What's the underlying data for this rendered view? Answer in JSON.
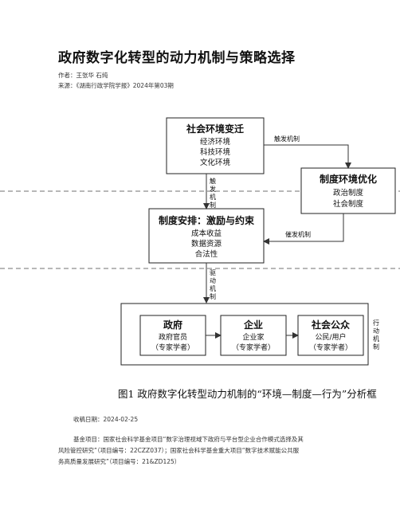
{
  "article": {
    "title": "政府数字化转型的动力机制与策略选择",
    "authors": "作者：王张华 石纯",
    "source": "来源：《湖南行政学院学报》2024年第03期"
  },
  "figure": {
    "env_box": {
      "heading": "社会环境变迁",
      "lines": [
        "经济环境",
        "科技环境",
        "文化环境"
      ]
    },
    "inst_opt_box": {
      "heading": "制度环境优化",
      "lines": [
        "政治制度",
        "社会制度"
      ]
    },
    "arrangement_box": {
      "heading": "制度安排：激励与约束",
      "lines": [
        "成本收益",
        "数据资源",
        "合法性"
      ]
    },
    "actors": [
      {
        "heading": "政府",
        "line1": "政府官员",
        "line2": "（专家学者）"
      },
      {
        "heading": "企业",
        "line1": "企业家",
        "line2": "（专家学者）"
      },
      {
        "heading": "社会公众",
        "line1": "公民/用户",
        "line2": "（专家学者）"
      }
    ],
    "labels": {
      "trigger_h": "触发机制",
      "trigger_v": [
        "触",
        "发",
        "机",
        "制"
      ],
      "catalyst": "催发机制",
      "drive_v": [
        "驱",
        "动",
        "机",
        "制"
      ],
      "action_v": [
        "行",
        "动",
        "机",
        "制"
      ]
    }
  },
  "caption": "图1 政府数字化转型动力机制的“环境—制度—行为”分析框",
  "received": "收稿日期：2024-02-25",
  "funding": {
    "line1": "基金项目：国家社会科学基金项目“数字治理视域下政府与平台型企业合作模式选择及其",
    "line2": "风险管控研究”（项目编号：22CZZ037）；国家社会科学基金重大项目“数字技术赋能公共服",
    "line3": "务高质量发展研究”（项目编号：21&ZD125）"
  }
}
